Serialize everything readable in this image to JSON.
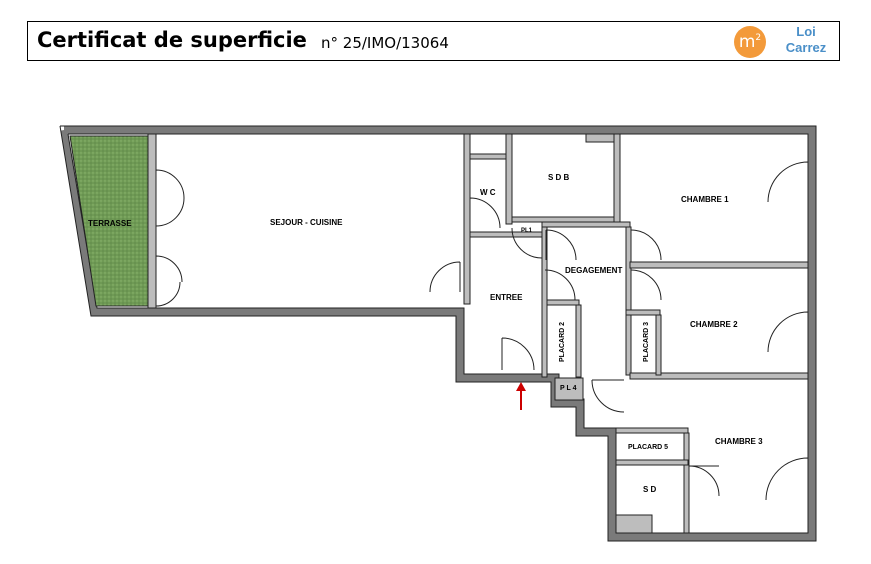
{
  "header": {
    "title": "Certificat de superficie",
    "number": "n° 25/IMO/13064",
    "logo_symbol": "m",
    "logo_sup": "2",
    "logo_line1": "Loi",
    "logo_line2": "Carrez"
  },
  "colors": {
    "terrace_green": "#6f9a55",
    "logo_orange": "#f39a3a",
    "logo_blue": "#4a8fc8",
    "entry_arrow": "#cc0000"
  },
  "rooms": {
    "terrasse": "TERRASSE",
    "sejour": "SEJOUR - CUISINE",
    "wc": "W C",
    "sdb": "S D B",
    "chambre1": "CHAMBRE 1",
    "pl1": "PL1",
    "degagement": "DEGAGEMENT",
    "entree": "ENTREE",
    "placard2": "PLACARD 2",
    "placard3": "PLACARD 3",
    "chambre2": "CHAMBRE 2",
    "pl4": "P L 4",
    "placard5": "PLACARD 5",
    "chambre3": "CHAMBRE 3",
    "sd": "S D"
  }
}
